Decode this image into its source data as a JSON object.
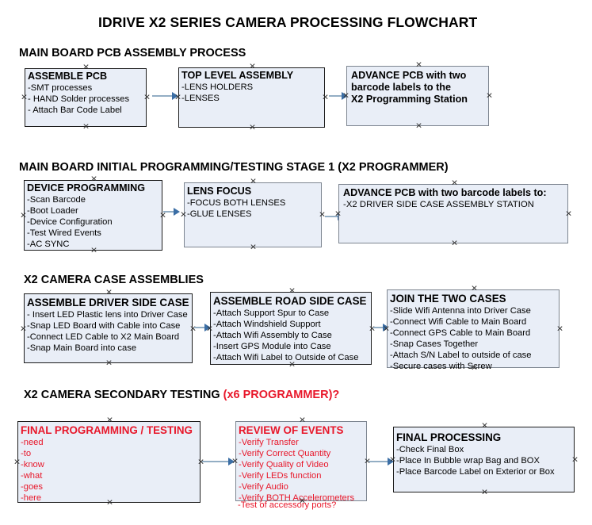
{
  "document": {
    "title": "IDRIVE X2  SERIES CAMERA PROCESSING FLOWCHART",
    "accent_red": "#e8172a",
    "box_fill": "#e9eef7",
    "connector_color": "#93aec4",
    "arrowhead_color": "#3b6ea5"
  },
  "sections": [
    {
      "id": "main-board-pcb-assembly",
      "heading": "MAIN BOARD PCB ASSEMBLY PROCESS",
      "heading_suffix": "",
      "boxes": [
        {
          "id": "assemble-pcb",
          "title": "ASSEMBLE PCB",
          "lines": [
            "-SMT processes",
            "- HAND Solder processes",
            "- Attach Bar Code Label"
          ]
        },
        {
          "id": "top-level-assembly",
          "title": "TOP LEVEL ASSEMBLY",
          "lines": [
            "-LENS HOLDERS",
            "-LENSES"
          ]
        },
        {
          "id": "advance-pcb-to-x2-programming-station",
          "title": "ADVANCE PCB with two barcode labels to the  X2 Programming Station",
          "lines": []
        }
      ]
    },
    {
      "id": "main-board-initial-programming",
      "heading": "MAIN BOARD INITIAL PROGRAMMING/TESTING STAGE 1 (X2 PROGRAMMER)",
      "heading_suffix": "",
      "boxes": [
        {
          "id": "device-programming",
          "title": "DEVICE PROGRAMMING",
          "lines": [
            "-Scan Barcode",
            "-Boot Loader",
            "-Device Configuration",
            "-Test Wired Events",
            "-AC SYNC"
          ]
        },
        {
          "id": "lens-focus",
          "title": "LENS FOCUS",
          "lines": [
            "-FOCUS BOTH LENSES",
            "-GLUE LENSES"
          ]
        },
        {
          "id": "advance-pcb-to-driver-side-case-station",
          "title": "ADVANCE PCB with two barcode labels to:",
          "lines": [
            "-X2 DRIVER  SIDE  CASE  ASSEMBLY STATION"
          ]
        }
      ]
    },
    {
      "id": "x2-camera-case-assemblies",
      "heading": "X2 CAMERA CASE ASSEMBLIES",
      "heading_suffix": "",
      "boxes": [
        {
          "id": "assemble-driver-side-case",
          "title": "ASSEMBLE DRIVER SIDE CASE",
          "lines": [
            "- Insert LED Plastic lens into Driver Case",
            "-Snap LED Board with Cable into Case",
            "-Connect LED Cable to X2 Main Board",
            "-Snap Main Board into case"
          ]
        },
        {
          "id": "assemble-road-side-case",
          "title": "ASSEMBLE ROAD SIDE CASE",
          "lines": [
            "-Attach Support Spur to Case",
            "-Attach Windshield Support",
            "-Attach Wifi Assembly to Case",
            "-Insert GPS Module into Case",
            "-Attach Wifi Label to Outside of Case"
          ]
        },
        {
          "id": "join-the-two-cases",
          "title": "JOIN THE TWO CASES",
          "lines": [
            "-Slide Wifi Antenna into Driver Case",
            "-Connect Wifi Cable to Main Board",
            "-Connect GPS Cable to Main Board",
            "-Snap Cases Together",
            "-Attach S/N Label to outside of case",
            "-Secure cases with Screw"
          ]
        }
      ]
    },
    {
      "id": "x2-camera-secondary-testing",
      "heading": "X2 CAMERA SECONDARY TESTING ",
      "heading_suffix": "(x6 PROGRAMMER)?",
      "boxes": [
        {
          "id": "final-programming-testing",
          "title": "FINAL PROGRAMMING / TESTING",
          "lines": [
            "-need",
            "-to",
            "-know",
            "-what",
            "-goes",
            "-here"
          ]
        },
        {
          "id": "review-of-events",
          "title": "REVIEW OF EVENTS",
          "lines": [
            "-Verify Transfer",
            "-Verify Correct Quantity",
            "-Verify Quality of Video",
            "-Verify LEDs function",
            "-Verify Audio",
            "-Verify BOTH Accelerometers"
          ],
          "overflow_line": "-Test of accessory ports?"
        },
        {
          "id": "final-processing",
          "title": "FINAL PROCESSING",
          "lines": [
            " -Check Final Box",
            "-Place In Bubble wrap Bag and BOX",
            "-Place Barcode Label on Exterior or Box"
          ]
        }
      ]
    }
  ],
  "box_text": {
    "advance1_l1": "ADVANCE PCB with two",
    "advance1_l2": "barcode labels to the",
    "advance1_l3": " X2 Programming Station"
  }
}
